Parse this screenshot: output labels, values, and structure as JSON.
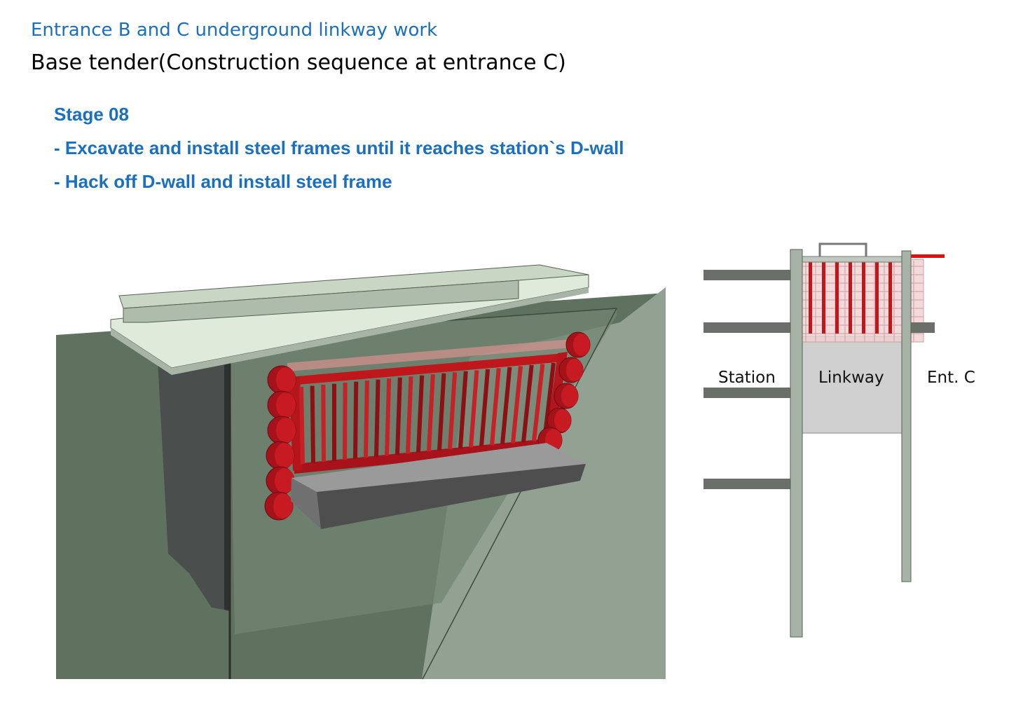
{
  "header": {
    "title": "Entrance B and C underground linkway work",
    "subtitle": "Base tender(Construction sequence at entrance C)"
  },
  "stage": {
    "title": "Stage 08",
    "steps": [
      "- Excavate and install steel frames until it reaches station`s D-wall",
      "- Hack off D-wall and install steel frame"
    ]
  },
  "section_labels": {
    "left": "Station",
    "middle": "Linkway",
    "right": "Ent. C"
  },
  "colors": {
    "title_blue": "#1a6fbf",
    "wall_green": "#6b7f6b",
    "wall_green_light": "#95a393",
    "steel_red": "#c0171c",
    "slab_grey": "#9a9a9a",
    "strut_grey": "#6a6f6a",
    "linkway_grey": "#d0d0d0"
  }
}
